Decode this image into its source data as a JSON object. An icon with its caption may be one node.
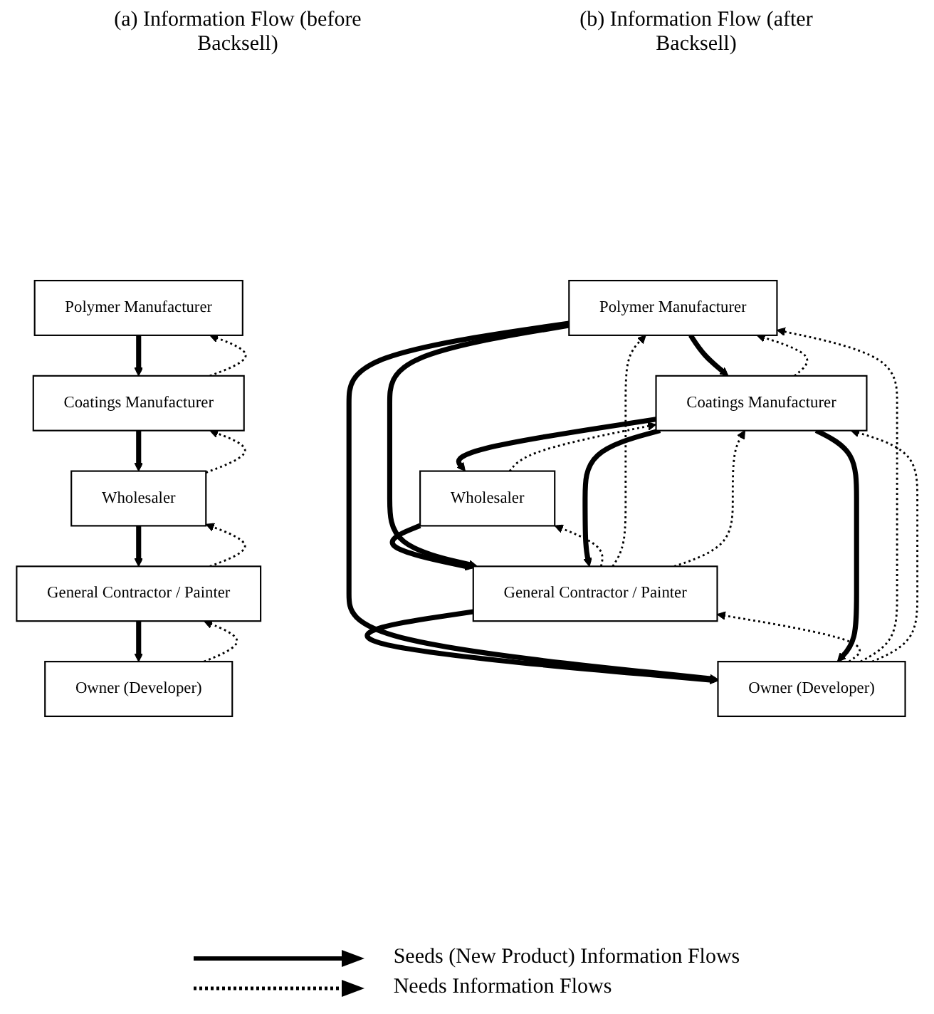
{
  "diagram": {
    "nodes": [
      {
        "text": [
          "Polymer Manufacturer"
        ]
      },
      {
        "text": [
          "Coatings Manufacturer"
        ]
      },
      {
        "text": [
          "Wholesaler"
        ]
      },
      {
        "text": [
          "General Contractor / Painter"
        ]
      },
      {
        "text": [
          "Owner (Developer)"
        ]
      },
      {
        "text": [
          "Polymer Manufacturer"
        ]
      },
      {
        "text": [
          "Coatings Manufacturer"
        ]
      },
      {
        "text": [
          "Wholesaler"
        ]
      },
      {
        "text": [
          "General Contractor / Painter"
        ]
      },
      {
        "text": [
          "Owner (Developer)"
        ]
      }
    ],
    "edges": [
      {
        "from": 0,
        "to": 1,
        "arrow": "to",
        "style": "thick"
      },
      {
        "from": 1,
        "to": 0,
        "arrow": "to",
        "style": "dashed"
      },
      {
        "from": 1,
        "to": 2,
        "arrow": "to",
        "style": "thick"
      },
      {
        "from": 2,
        "to": 1,
        "arrow": "to",
        "style": "dashed"
      },
      {
        "from": 2,
        "to": 3,
        "arrow": "to",
        "style": "thick"
      },
      {
        "from": 3,
        "to": 2,
        "arrow": "to",
        "style": "dashed"
      },
      {
        "from": 3,
        "to": 4,
        "arrow": "to",
        "style": "thick"
      },
      {
        "from": 4,
        "to": 3,
        "arrow": "to",
        "style": "dashed"
      },
      {
        "from": 5,
        "to": 6,
        "arrow": "to",
        "style": "thick"
      },
      {
        "from": 6,
        "to": 5,
        "arrow": "to",
        "style": "dashed"
      },
      {
        "from": 6,
        "to": 7,
        "arrow": "to",
        "style": "thick"
      },
      {
        "from": 7,
        "to": 6,
        "arrow": "to",
        "style": "dashed"
      },
      {
        "from": 7,
        "to": 8,
        "arrow": "to",
        "style": "thick"
      },
      {
        "from": 8,
        "to": 7,
        "arrow": "to",
        "style": "dashed"
      },
      {
        "from": 8,
        "to": 9,
        "arrow": "to",
        "style": "thick"
      },
      {
        "from": 9,
        "to": 8,
        "arrow": "to",
        "style": "dashed"
      },
      {
        "from": 5,
        "to": 8,
        "arrow": "to",
        "style": "thick"
      },
      {
        "from": 5,
        "to": 9,
        "arrow": "to",
        "style": "thick"
      },
      {
        "from": 6,
        "to": 8,
        "arrow": "to",
        "style": "thick"
      },
      {
        "from": 6,
        "to": 9,
        "arrow": "to",
        "style": "thick"
      },
      {
        "from": 8,
        "to": 5,
        "arrow": "to",
        "style": "dashed"
      },
      {
        "from": 8,
        "to": 6,
        "arrow": "to",
        "style": "dashed"
      },
      {
        "from": 9,
        "to": 5,
        "arrow": "to",
        "style": "dashed"
      },
      {
        "from": 9,
        "to": 6,
        "arrow": "to",
        "style": "dashed"
      }
    ],
    "labels": [
      "(a) Information Flow (before Backsell)",
      "(b) Information Flow (after Backsell)"
    ],
    "legend": [
      {
        "text": "Seeds (New Product) Information Flows"
      },
      {
        "text": "Needs Information Flows"
      }
    ]
  }
}
